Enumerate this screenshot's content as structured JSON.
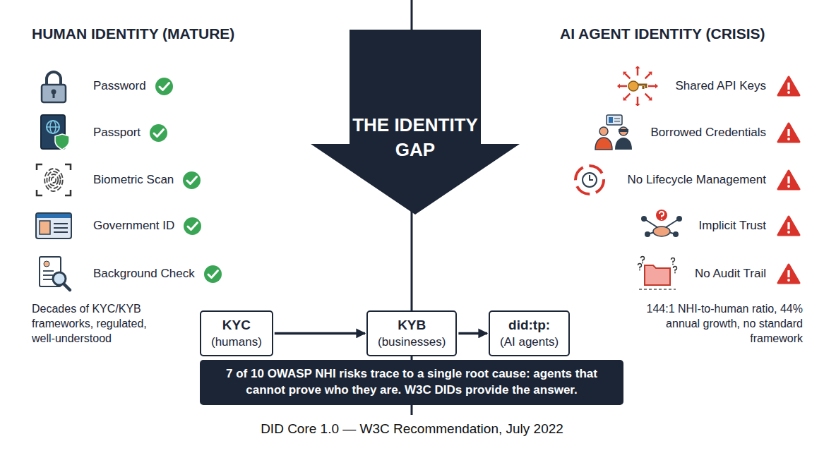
{
  "diagram": {
    "caption": "DID Core 1.0 — W3C Recommendation, July 2022",
    "nodes": [
      {
        "text": [
          "THE IDENTITY GAP"
        ]
      },
      {
        "text": [
          "KYC",
          "(humans)"
        ]
      },
      {
        "text": [
          "KYB",
          "(businesses)"
        ]
      },
      {
        "text": [
          "did:tp:",
          "(AI agents)"
        ]
      },
      {
        "text": [
          "7 of 10 OWASP NHI risks trace to a single root cause: agents that cannot prove who they are. W3C DIDs provide the answer."
        ]
      }
    ],
    "edges": [
      {
        "from": 1,
        "to": 2,
        "arrow": "to"
      },
      {
        "from": 2,
        "to": 3,
        "arrow": "to"
      }
    ],
    "labels": [
      "HUMAN IDENTITY (MATURE)",
      "Password",
      "Passport",
      "Biometric Scan",
      "Government ID",
      "Background Check",
      "Decades of KYC/KYB frameworks, regulated, well-understood",
      "AI AGENT IDENTITY (CRISIS)",
      "Shared API Keys",
      "Borrowed Credentials",
      "No Lifecycle Management",
      "Implicit Trust",
      "No Audit Trail",
      "144:1 NHI-to-human ratio, 44% annual growth, no standard framework"
    ]
  }
}
